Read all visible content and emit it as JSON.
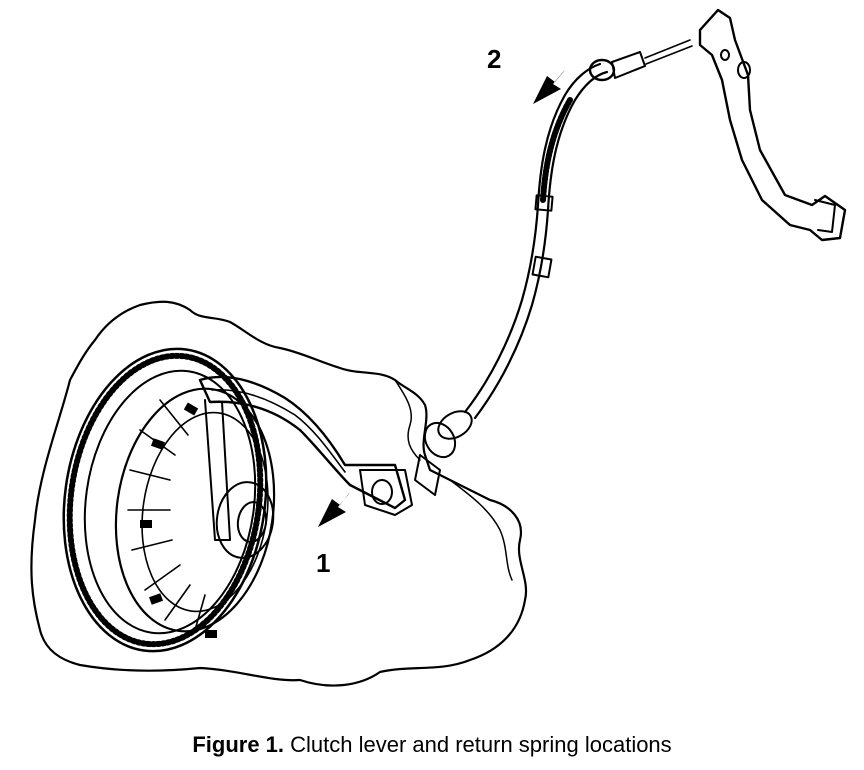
{
  "callouts": {
    "one": "1",
    "two": "2"
  },
  "caption": {
    "figure_number": "Figure 1.",
    "text": "Clutch lever and return spring locations"
  },
  "colors": {
    "ink": "#000000",
    "background": "#ffffff"
  }
}
